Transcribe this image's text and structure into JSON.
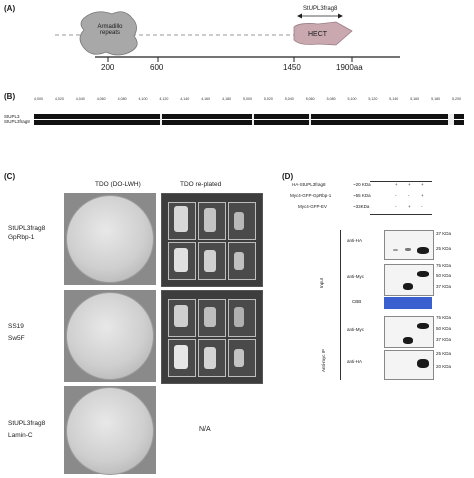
{
  "panelA": {
    "label": "(A)",
    "domain1": "Armadillo repeats",
    "domain2": "HECT",
    "fragment": "StUPL3frag8",
    "ticks": [
      "200",
      "600",
      "1450",
      "1900aa"
    ]
  },
  "panelB": {
    "label": "(B)",
    "track1": "StUPL3",
    "track2": "StUPL3frag8",
    "ruler": [
      "4,000",
      "4,020",
      "4,040",
      "4,060",
      "4,080",
      "4,100",
      "4,120",
      "4,140",
      "4,160",
      "4,180",
      "5,000",
      "5,020",
      "5,040",
      "5,060",
      "5,080",
      "5,100",
      "5,120",
      "5,140",
      "5,160",
      "5,180",
      "5,200"
    ]
  },
  "panelC": {
    "label": "(C)",
    "col1": "TDO (DO-LWH)",
    "col2": "TDO re-plated",
    "rows": [
      {
        "line1": "StUPL3frag8",
        "line2": "GpRbp-1"
      },
      {
        "line1": "SS19",
        "line2": "Sw5F"
      },
      {
        "line1": "StUPL3frag8",
        "line2": "Lamin-C"
      }
    ],
    "na": "N/A"
  },
  "panelD": {
    "label": "(D)",
    "constructs": [
      {
        "name": "HA-StUPL3frag8",
        "size": "~20 KDa",
        "marks": [
          "+",
          "+",
          "+"
        ]
      },
      {
        "name": "Myc4-GFP-GpRbp-1",
        "size": "~55 KDa",
        "marks": [
          "-",
          "-",
          "+"
        ]
      },
      {
        "name": "Myc4-GFP-EV",
        "size": "~33KDa",
        "marks": [
          "-",
          "+",
          "-"
        ]
      }
    ],
    "section_input": "Input",
    "section_ip": "Anti-myc IP",
    "blots": [
      {
        "label": "anti-HA",
        "markers": [
          "37 KDa",
          "25 KDa"
        ]
      },
      {
        "label": "anti-Myc",
        "markers": [
          "75 KDa",
          "50 KDa",
          "37 KDa"
        ]
      },
      {
        "label": "CBB",
        "markers": []
      },
      {
        "label": "anti-Myc",
        "markers": [
          "75 KDa",
          "50 KDa",
          "37 KDa"
        ]
      },
      {
        "label": "anti-HA",
        "markers": [
          "25 KDa",
          "20 KDa"
        ]
      }
    ]
  }
}
